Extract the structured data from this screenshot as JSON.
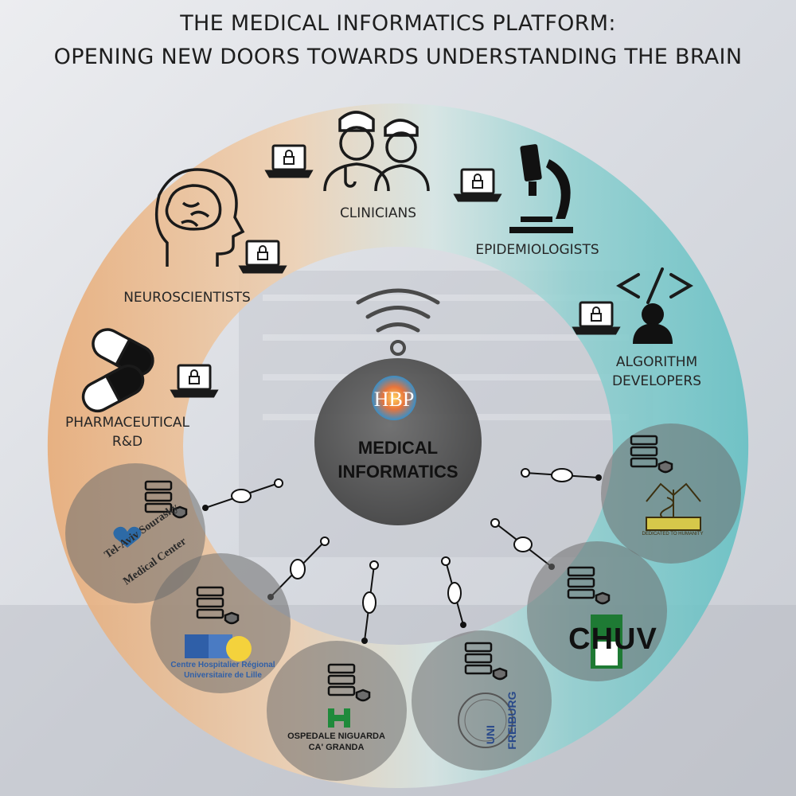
{
  "title": {
    "line1": "THE MEDICAL INFORMATICS PLATFORM:",
    "line2": "OPENING NEW DOORS TOWARDS UNDERSTANDING THE BRAIN"
  },
  "center": {
    "line1": "MEDICAL",
    "line2": "INFORMATICS",
    "logo_text": "HBP"
  },
  "groups": {
    "clinicians": "CLINICIANS",
    "epidemiologists": "EPIDEMIOLOGISTS",
    "neuroscientists": "NEUROSCIENTISTS",
    "algorithm_line1": "ALGORITHM",
    "algorithm_line2": "DEVELOPERS",
    "pharma_line1": "PHARMACEUTICAL",
    "pharma_line2": "R&D"
  },
  "hospitals": {
    "tel_aviv_line1": "Tel-Aviv Sourasky",
    "tel_aviv_line2": "Medical Center",
    "lille_line1": "Centre Hospitalier Régional",
    "lille_line2": "Universitaire de Lille",
    "niguarda_line1": "OSPEDALE NIGUARDA",
    "niguarda_line2": "CA' GRANDA",
    "freiburg_line1": "UNI",
    "freiburg_line2": "FREIBURG",
    "chuv": "CHUV",
    "sofia_motto": "DEDICATED TO HUMANITY"
  },
  "colors": {
    "ring_warm": "#e7b48a",
    "ring_cool": "#66c2c6",
    "hub": "#4d4d4d",
    "chuv_green": "#1e7a34"
  }
}
